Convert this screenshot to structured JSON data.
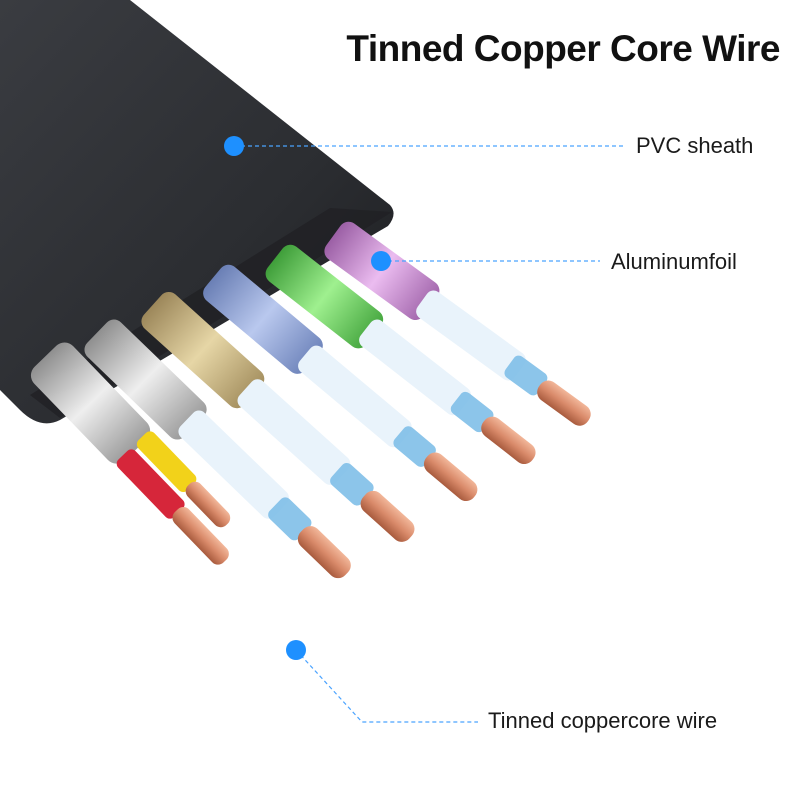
{
  "title": "Tinned Copper Core Wire",
  "callouts": {
    "pvc_sheath": "PVC sheath",
    "aluminum_foil": "Aluminumfoil",
    "tinned_core": "Tinned coppercore wire"
  },
  "colors": {
    "sheath": "#2b2d31",
    "callout_dot": "#1e90ff",
    "copper": "#d98a6a",
    "foil_silver": "#c9c9c9",
    "foil_gold": "#c8b27a",
    "foil_blue": "#8fa6d6",
    "foil_green": "#6fcf6a",
    "foil_purple": "#c98fd1",
    "core_yellow": "#f2d21a",
    "core_red": "#d6263a",
    "inner_insulation": "#e9f3fb",
    "inner_blue": "#7fbfe8"
  }
}
